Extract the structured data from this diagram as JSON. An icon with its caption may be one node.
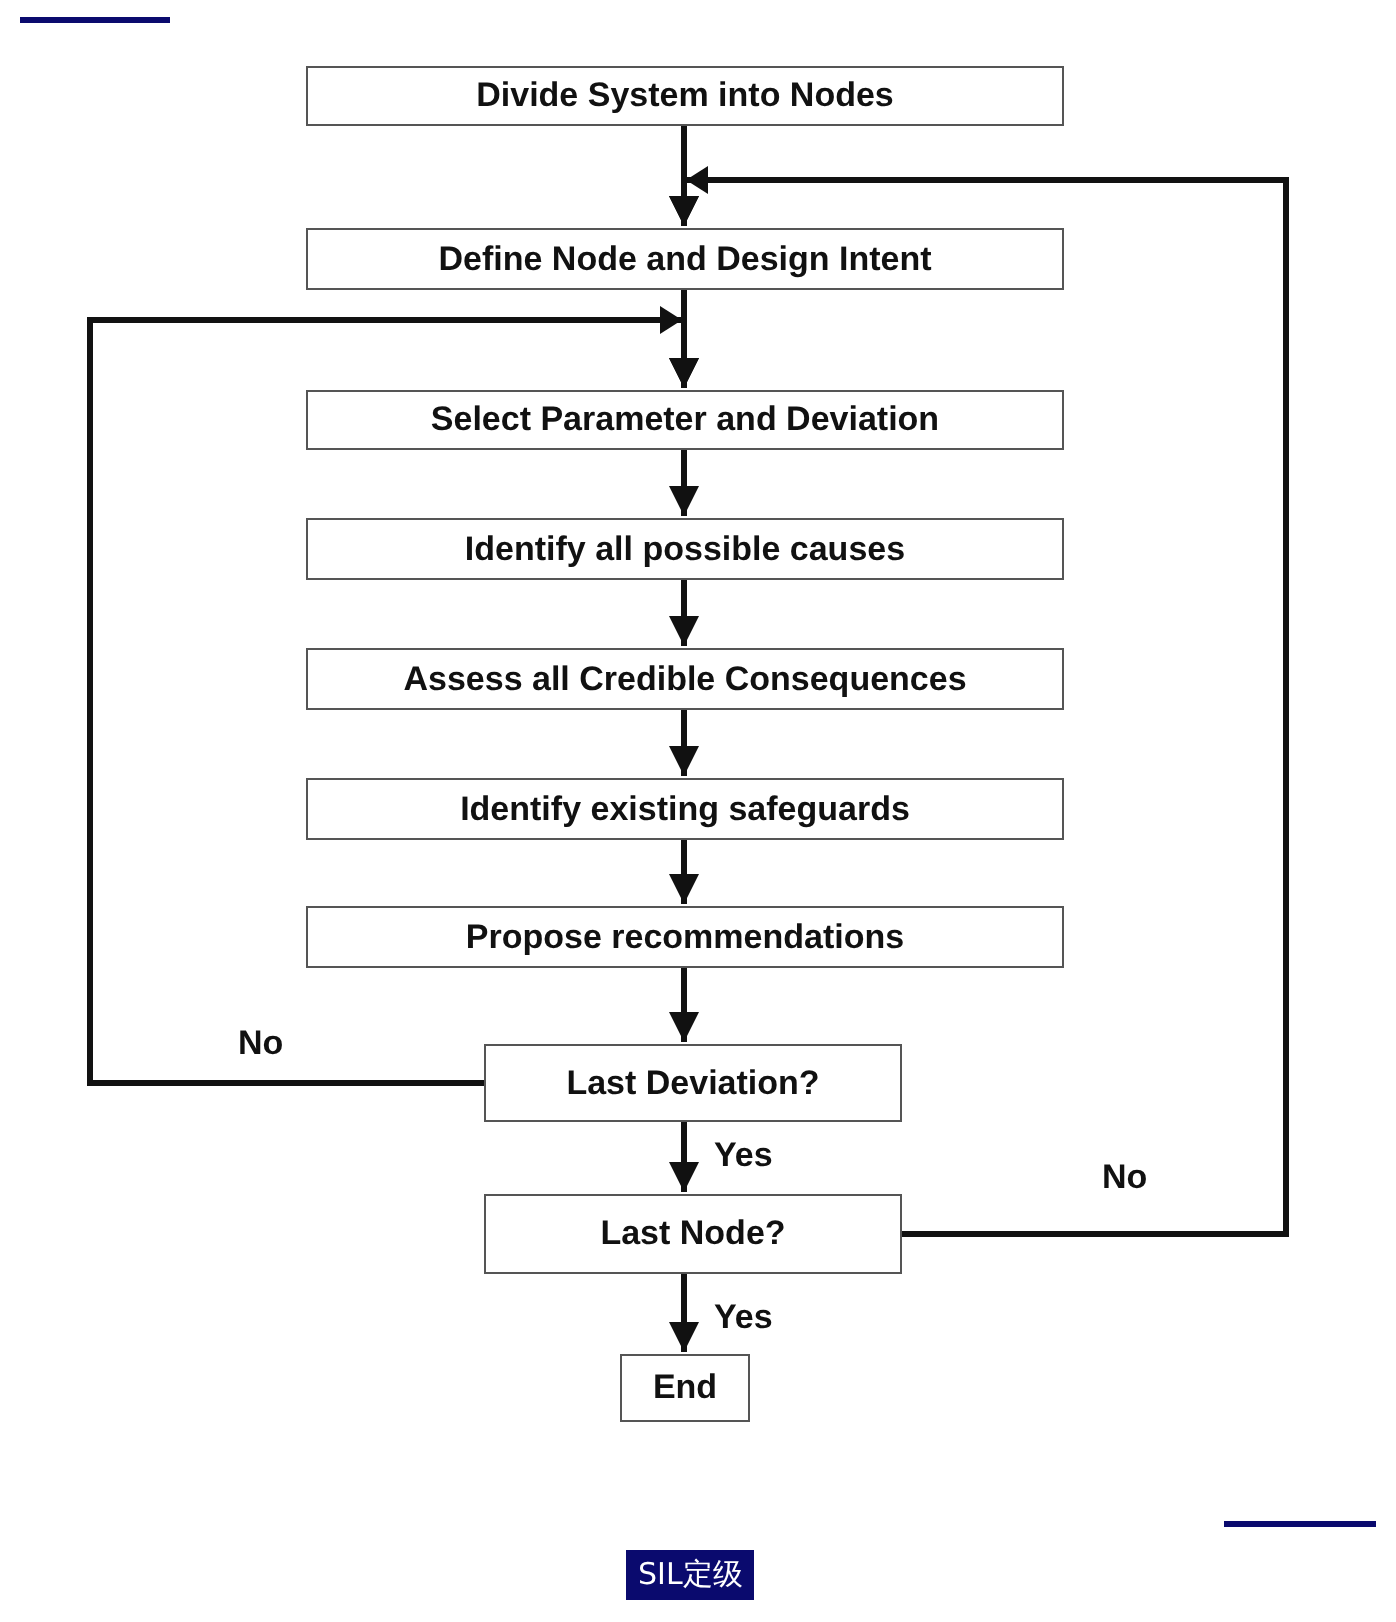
{
  "diagram": {
    "nodes": [
      {
        "text": [
          "Divide System into Nodes"
        ]
      },
      {
        "text": [
          "Define Node and Design Intent"
        ]
      },
      {
        "text": [
          "Select Parameter and Deviation"
        ]
      },
      {
        "text": [
          "Identify all possible causes"
        ]
      },
      {
        "text": [
          "Assess all Credible Consequences"
        ]
      },
      {
        "text": [
          "Identify existing safeguards"
        ]
      },
      {
        "text": [
          "Propose recommendations"
        ]
      },
      {
        "text": [
          "Last Deviation?"
        ]
      },
      {
        "text": [
          "Last Node?"
        ]
      },
      {
        "text": [
          "End"
        ]
      }
    ],
    "edges": [
      {
        "from": 0,
        "to": 1,
        "arrow": "to"
      },
      {
        "from": 1,
        "to": 2,
        "arrow": "to"
      },
      {
        "from": 2,
        "to": 3,
        "arrow": "to"
      },
      {
        "from": 3,
        "to": 4,
        "arrow": "to"
      },
      {
        "from": 4,
        "to": 5,
        "arrow": "to"
      },
      {
        "from": 5,
        "to": 6,
        "arrow": "to"
      },
      {
        "from": 6,
        "to": 7,
        "arrow": "to"
      },
      {
        "from": 7,
        "to": 8,
        "label": "Yes",
        "arrow": "to"
      },
      {
        "from": 8,
        "to": 9,
        "label": "Yes",
        "arrow": "to"
      },
      {
        "from": 7,
        "to": 2,
        "label": "No",
        "arrow": "to"
      },
      {
        "from": 8,
        "to": 1,
        "label": "No",
        "arrow": "to"
      }
    ],
    "labels": [
      "SIL定级"
    ]
  }
}
